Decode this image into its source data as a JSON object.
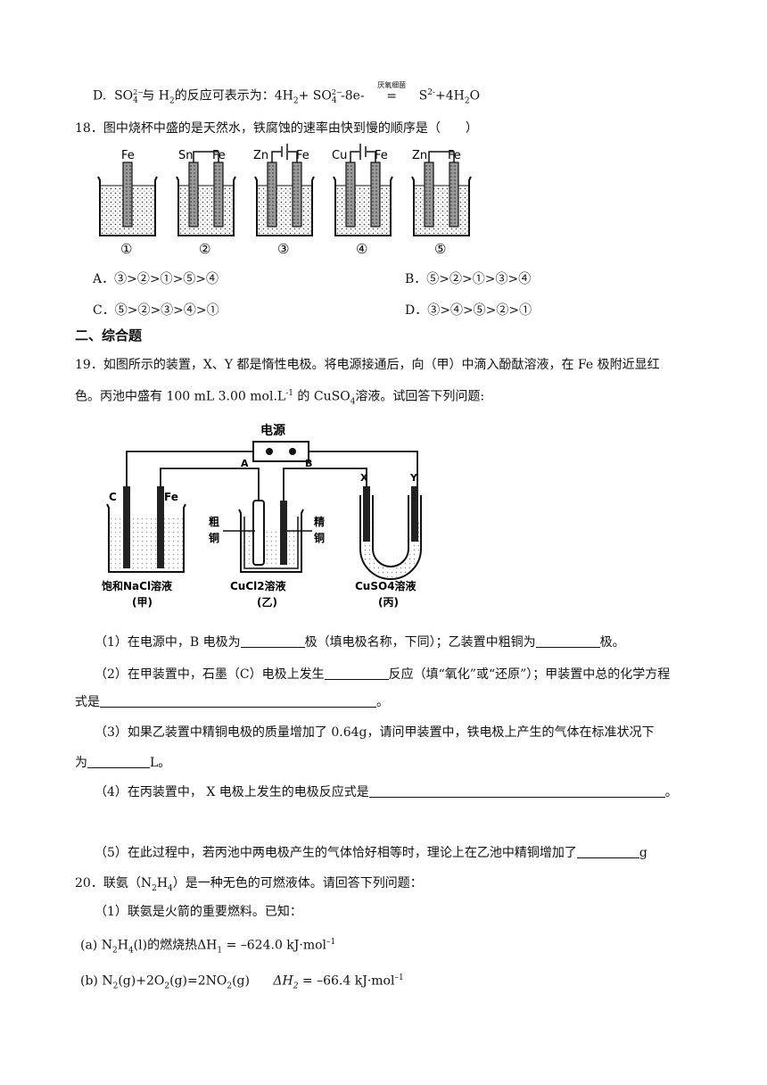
{
  "q17": {
    "option_d_prefix": "D.",
    "option_d_text_1": "SO",
    "option_d_text_2": " 与 H",
    "option_d_text_3": "的反应可表示为：4H",
    "option_d_text_4": "+ SO",
    "option_d_text_5": " -8e-",
    "condition": "厌氧细菌",
    "option_d_text_6": "S",
    "option_d_text_7": "+4H",
    "option_d_text_8": "O"
  },
  "q18": {
    "stem": "18．图中烧杯中盛的是天然水，铁腐蚀的速率由快到慢的顺序是（　　）",
    "beakers": [
      {
        "labels": [
          "Fe"
        ],
        "number": "①"
      },
      {
        "labels": [
          "Sn",
          "Fe"
        ],
        "number": "②"
      },
      {
        "labels": [
          "Zn",
          "Fe"
        ],
        "number": "③"
      },
      {
        "labels": [
          "Cu",
          "Fe"
        ],
        "number": "④"
      },
      {
        "labels": [
          "Zn",
          "Fe"
        ],
        "number": "⑤"
      }
    ],
    "options": {
      "A": "A．③>②>①>⑤>④",
      "B": "B．⑤>②>①>③>④",
      "C": "C．⑤>②>③>④>①",
      "D": "D．③>④>⑤>②>①"
    }
  },
  "section2": "二、综合题",
  "q19": {
    "stem_1": "19．如图所示的装置，X、Y 都是惰性电极。将电源接通后，向（甲）中滴入酚酞溶液，在 Fe 极附近显红",
    "stem_2a": "色。丙池中盛有 100 mL 3.00 mol.L",
    "stem_2b": " 的 CuSO",
    "stem_2c": "溶液。试回答下列问题:",
    "diagram": {
      "power": "电源",
      "a": "A",
      "b": "B",
      "x": "X",
      "y": "Y",
      "c": "C",
      "fe": "Fe",
      "crude_1": "粗",
      "crude_2": "铜",
      "pure_1": "精",
      "pure_2": "铜",
      "sol_jia": "饱和NaCl溶液",
      "sol_yi": "CuCl2溶液",
      "sol_bing": "CuSO4溶液",
      "jia": "(甲)",
      "yi": "(乙)",
      "bing": "(丙)"
    },
    "p1a": "（1）在电源中，B 电极为",
    "p1b": "极（填电极名称，下同）；乙装置中粗铜为",
    "p1c": "极。",
    "p2a": "（2）在甲装置中，石墨（C）电极上发生",
    "p2b": "反应（填“氧化”或“还原”）；甲装置中总的化学方程",
    "p2c": "式是",
    "p2d": "。",
    "p3a": "（3）如果乙装置中精铜电极的质量增加了 0.64g，请问甲装置中，铁电极上产生的气体在标准状况下",
    "p3b": "为",
    "p3c": "L。",
    "p4a": "（4）在丙装置中，  X 电极上发生的电极反应式是",
    "p4b": "。",
    "p5a": "（5）在此过程中，若丙池中两电极产生的气体恰好相等时，理论上在乙池中精铜增加了",
    "p5b": "g"
  },
  "q20": {
    "stem_a": "20．联氨（N",
    "stem_b": "H",
    "stem_c": "）是一种无色的可燃液体。请回答下列问题：",
    "p1": "（1）联氨是火箭的重要燃料。已知：",
    "a_1": "(a) N",
    "a_2": "H",
    "a_3": "(l)的燃烧热ΔH",
    "a_4": " = –624.0 kJ·mol",
    "b_1": "(b)  N",
    "b_2": "(g)+2O",
    "b_3": "(g)=2NO",
    "b_4": "(g)",
    "b_5": "ΔH",
    "b_6": " = –66.4 kJ·mol"
  }
}
